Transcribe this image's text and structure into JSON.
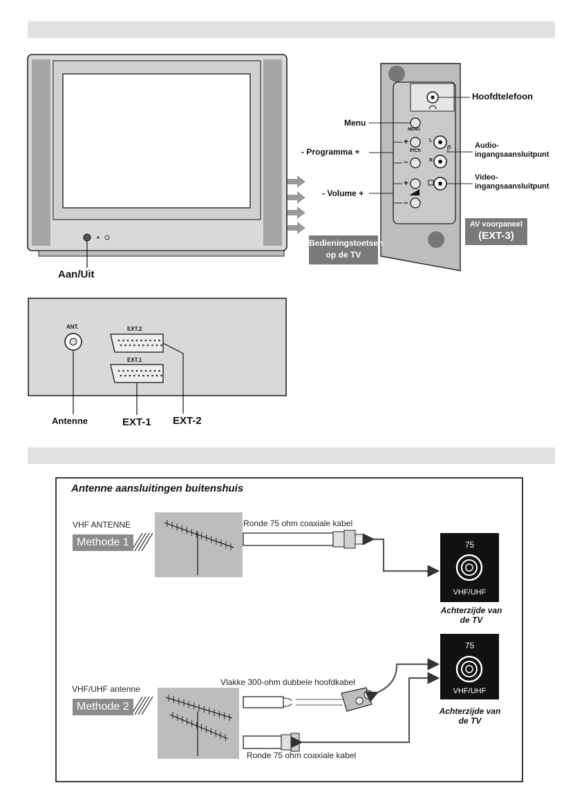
{
  "front": {
    "power_label": "Aan/Uit",
    "controls_tag": "Bedieningstoetsen op de TV",
    "av_tag_line1": "AV voorpaneel",
    "av_tag_line2": "(EXT-3)",
    "menu_label": "Menu",
    "programma_label": "- Programma +",
    "volume_label": "- Volume +",
    "headphone_label": "Hoofdtelefoon",
    "audio_label_line1": "Audio-",
    "audio_label_line2": "ingangsaansluitpunt",
    "video_label_line1": "Video-",
    "video_label_line2": "ingangsaansluitpunt",
    "btn_menu_text": "MENU",
    "btn_pch_text": "P/Ch",
    "plus": "+",
    "minus": "–",
    "jack_l": "L",
    "jack_r": "R"
  },
  "rear": {
    "ant_text": "ANT.",
    "ext2_text": "EXT.2",
    "ext1_text": "EXT.1",
    "antenne_label": "Antenne",
    "ext1_label": "EXT-1",
    "ext2_label": "EXT-2"
  },
  "antenna": {
    "title": "Antenne aansluitingen buitenshuis",
    "vhf_label": "VHF ANTENNE",
    "method1": "Methode 1",
    "cable1": "Ronde 75 ohm coaxiale kabel",
    "panel_75": "75",
    "panel_vhfuhf": "VHF/UHF",
    "rear_caption_line1": "Achterzijde van",
    "rear_caption_line2": "de TV",
    "vhfuhf_label": "VHF/UHF antenne",
    "method2": "Methode 2",
    "flat_cable": "Vlakke 300-ohm dubbele hoofdkabel",
    "cable2": "Ronde 75 ohm coaxiale kabel"
  }
}
